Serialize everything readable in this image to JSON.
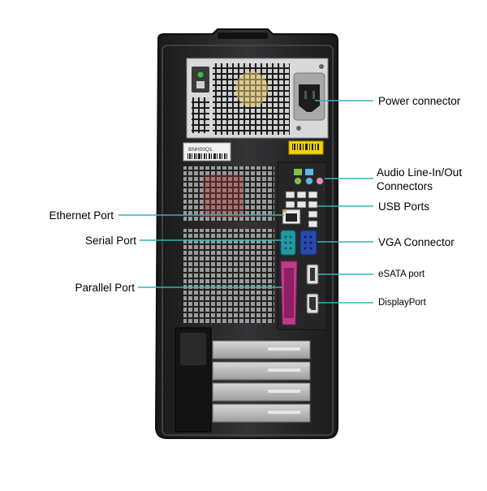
{
  "labels": {
    "power_connector": "Power connector",
    "audio_line_1": "Audio Line-In/Out",
    "audio_line_2": "Connectors",
    "usb_ports": "USB Ports",
    "vga_connector": "VGA Connector",
    "esata_port": "eSATA port",
    "displayport": "DisplayPort",
    "ethernet_port": "Ethernet Port",
    "serial_port": "Serial Port",
    "parallel_port": "Parallel Port"
  },
  "sticker_text": "BNH00Q1",
  "colors": {
    "leader_line": "#35b3b8",
    "case_body": "#2b2b2d",
    "serial_port": "#1f9aa3",
    "vga_port": "#2a4aa8",
    "parallel_port": "#c23a8a",
    "audio_green": "#7ec24a",
    "audio_blue": "#5fb8e8",
    "audio_pink": "#e88ab8",
    "barcode_yellow": "#f4d400"
  }
}
